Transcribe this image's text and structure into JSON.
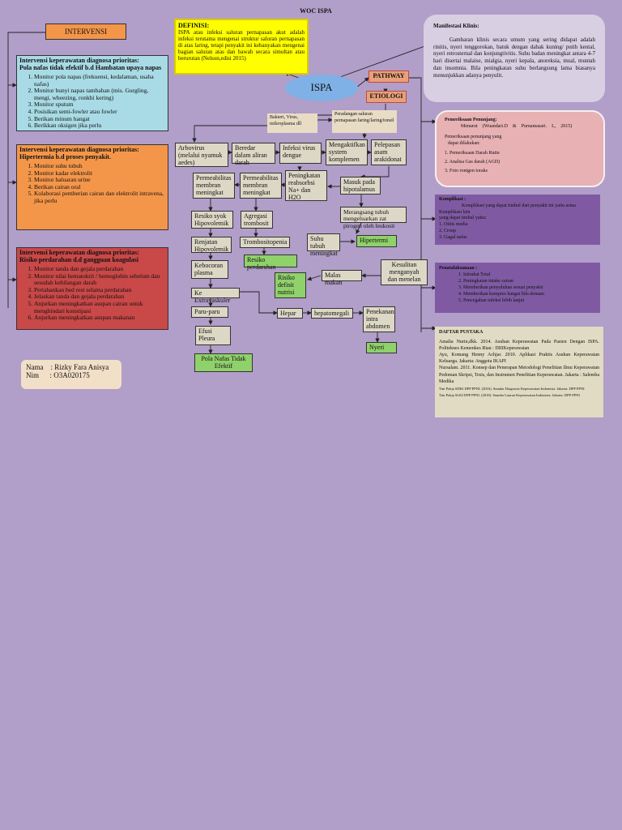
{
  "page_title": "WOC ISPA",
  "intervensi_header": "INTERVENSI",
  "interventions": [
    {
      "title": "Intervensi keperawatan diagnosa prioritas:",
      "subtitle": "Pola nafas tidak efektif b.d Hambatan upaya napas",
      "items": [
        "Monitor pola napas (frekuensi, kedalaman, usaha nafas)",
        "Monitor bunyi napas tambahan (mis. Gurgling, mengi, wheezing, ronkhi kering)",
        "Monitor sputum",
        "Posisikan semi-fowler atau fowler",
        "Berikan minum hangat",
        "Berikkan oksigen jika perlu"
      ],
      "color": "#a9dbe6"
    },
    {
      "title": "Intervensi keperawatan diagnosa prioritas:",
      "subtitle": "Hipertermia b.d proses penyakit.",
      "items": [
        "Monitor suhu tubuh",
        "Monitor kadar elektrolit",
        "Monitor haluaran urine",
        "Berikan cairan oral",
        "Kolaborasi pemberian cairan dan elektrolit intravena, jika perlu"
      ],
      "color": "#f4964a"
    },
    {
      "title": "Intervensi keperawatan diagnosa prioritas:",
      "subtitle": "Risiko perdarahan d.d gangguan koagulasi",
      "items": [
        "Monitor tanda dan gejala perdarahan",
        "Monitor nilai hematokrit / hemoglobin sebelum dan sesudah kehilangan darah",
        "Pertahankan bed rest selama perdarahan",
        "Jelaskan tanda dan gejala perdarahan",
        "Anjurkan meningkatkan asupan cairan untuk menghindari konstipasi",
        "Anjurkan meningkatkan asupan makanan"
      ],
      "color": "#c94848"
    }
  ],
  "student": {
    "name_line": "Nama    : Rizky Fara Anisya",
    "nim_line": "Nim      : O3A020175"
  },
  "definisi": {
    "title": "DEFINISI:",
    "text": "ISPA atau infeksi saluran pernapasan akut adalah infeksi terutama mengenai struktur saluran pernapasan di atas laring, tetapi penyakit ini kebanyakan mengenai bagian saluran atas dan bawah secara simultan atau berurutan (Nelson,edisi 2015)"
  },
  "ispa_label": "ISPA",
  "pathway_label": "PATHWAY",
  "etiologi_label": "ETIOLOGI",
  "nodes": {
    "bakteri": "Bakteri, Virus, mikroplasma dll",
    "peradangan": "Peradangan saluran pernapasan faring/laring/tonsil",
    "arbovirus": "Arbovirus (melalui nyamuk aedes)",
    "beredar": "Beredar dalam aliran darah",
    "infeksi": "Infeksi virus dengue",
    "mengaktifkan": "Mengaktifkan system komplemen",
    "pelepasan": "Pelepasan asam arakidonat",
    "permeabilitas1": "Permeabilitas membran meningkat",
    "permeabilitas2": "Permeabilitas membran meningkat",
    "peningkatan": "Peningkatan reabsorbsi Na+ dan H2O",
    "masuk": "Masuk pada hipotalamus",
    "resiko_syok": "Resiko syok Hipovolemik",
    "agregasi": "Agregasi trombosit",
    "merangsang": "Merangsang tubuh mengeluarkan zat pirogen oleh leukosit",
    "renjatan": "Renjatan Hipovolemik",
    "trombositopenia": "Trombositopenia",
    "suhu": "Suhu tubuh meningkat",
    "hipertermi": "Hipertermi",
    "resiko_perdarahan": "Resiko perdarahan",
    "kebocoran": "Kebocoran plasma",
    "risiko_defisit": "Risiko defisit nutrisi",
    "malas": "Malas makan",
    "kesulitan": "Kesulitan menganyah dan menelan",
    "ekstravaskuler": "Ke Extravaskuler",
    "hepar": "Hepar",
    "hepatomegali": "hepatomegali",
    "penekanan": "Penekanan intra abdomen",
    "paru": "Paru-paru",
    "efusi": "Efusi Pleura",
    "nyeri": "Nyeri",
    "pola_nafas": "Pola Nafas Tidak Efektif"
  },
  "manifestasi": {
    "title": "Manifestasi Klinis:",
    "text": "Gambaran klinis secara umum yang sering didapat adalah rinitis, nyeri tenggorokan, batuk dengan dahak kuning/ putih kental, nyeri retrosternal dan konjungtivitis. Suhu badan meningkat antara 4-7 hari disertai malaise, mialgia, nyeri kepala, anoreksia, mual, muntah dan insomnia. Bila peningkatan suhu berlangsung lama biasanya menunjukkan adanya penyulit."
  },
  "pemeriksaan": {
    "title": "Pemeriksaan Penunjang:",
    "source": "Menurut    (Wuandari.D    &    Purnamasari.    L,    2015)",
    "intro1": "Pemeriksaan penunjang yang",
    "intro2": "dapat dilakukan:",
    "items": [
      "1. Pemeriksaan Darah Rutin",
      "2. Analisa Gas darah (AGD)",
      "3. Foto rontgen toraks"
    ]
  },
  "komplikasi": {
    "title": "Komplikasi :",
    "line1": "Komplikasi yang dapat timbul dari penyakit ini yaitu asma",
    "line2": "Komplikasi lain",
    "line3": "yang dapat timbul yaitu:",
    "items": [
      "1. Otitis media",
      "2. Croup",
      "3. Gagal nafas"
    ]
  },
  "penatalaksanaan": {
    "title": "Penatalaksanaan :",
    "items": [
      "1. Istirahat Total",
      "2. Peningkatan intake cairan",
      "3. Memberikan penyuluhan sesuai penyakit",
      "4. Memberikan kompres hangat bila demam",
      "5. Pencegahan infeksi lebih lanjut"
    ]
  },
  "daftar_pustaka": {
    "title": "DAFTAR PUSTAKA",
    "refs": [
      "Amalia Nurin,dkk. 2014. Asuhan Keperawatan Pada Pasien Dengan ISPA. Politeknes Kemenkes Riau : DIIIKeperawatan",
      "Ayu, Komang Henny Achjar. 2010. Aplikasi Praktis Asuhan Keperawatan Keluarga. Jakarta: Anggota IKAPI",
      "Nursalam. 2011. Konsep dan Penerapan Metodologi Penelitian Ilmu Keperawatan Pedoman Skripsi, Tesis, dan Instrumen Penelitian Keperawatan. Jakarta : Salemba Medika",
      "Tim Pokja SDKI DPP PPNI. (2016). Standar Diagnosis Keperawatan Indonesia. Jakarta: DPP PPNI",
      "Tim Pokja SLKI DPP PPNI. (2018). Standar Luaran Keperawatan Indonesia. Jakarta: DPP PPNI"
    ]
  },
  "colors": {
    "background": "#b19ec9",
    "intervensi_header": "#f4964a",
    "definisi": "#ffff00",
    "ispa": "#7fb0e6",
    "node": "#ddd8c6",
    "green": "#8fd16a",
    "manifestasi": "#d8cfe3",
    "pemeriksaan": "#e8b1b4",
    "purple_panel": "#7f5aa2",
    "pustaka": "#e1dbc3"
  }
}
